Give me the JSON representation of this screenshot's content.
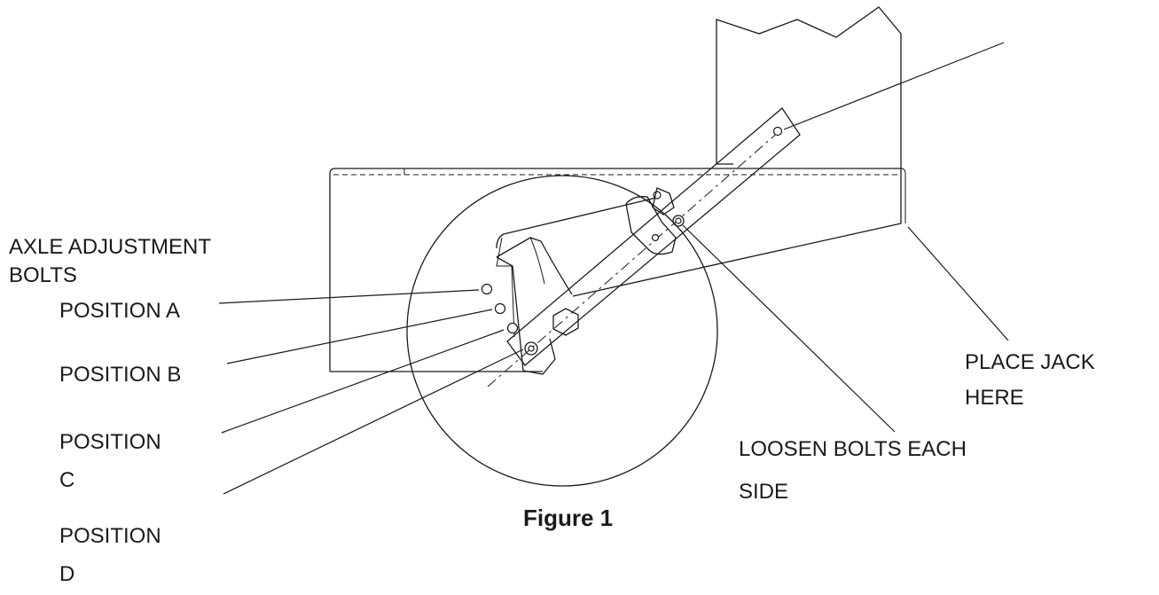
{
  "labels": {
    "axle_adjustment_line1": "AXLE ADJUSTMENT",
    "axle_adjustment_line2": "BOLTS",
    "position_a": "POSITION A",
    "position_b": "POSITION B",
    "position_c_line1": "POSITION",
    "position_c_line2": "C",
    "position_d_line1": "POSITION",
    "position_d_line2": "D",
    "place_jack_line1": "PLACE  JACK",
    "place_jack_line2": "HERE",
    "loosen_bolts_line1": "LOOSEN BOLTS EACH",
    "loosen_bolts_line2": "SIDE"
  },
  "caption": "Figure 1",
  "colors": {
    "line": "#1a1a1a",
    "background": "#ffffff"
  }
}
